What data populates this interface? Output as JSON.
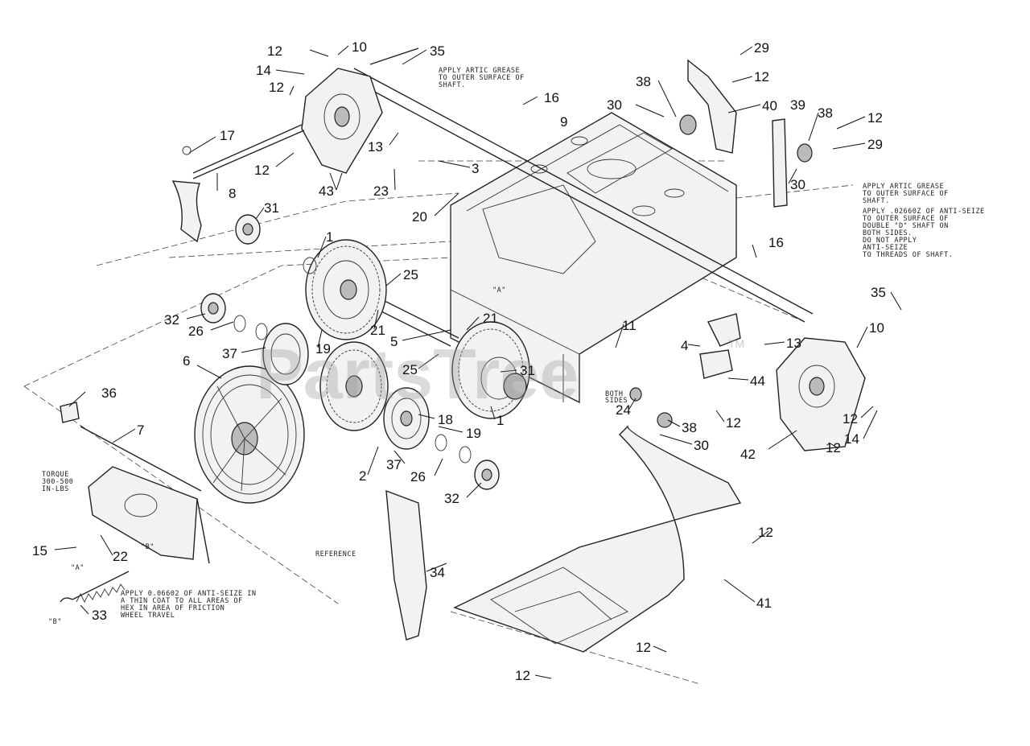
{
  "watermark": {
    "brand": "PartsTree",
    "tm": "TM"
  },
  "notes": {
    "grease_shaft_top": [
      "APPLY ARTIC GREASE",
      "TO OUTER SURFACE OF",
      "SHAFT."
    ],
    "grease_shaft_right": [
      "APPLY ARTIC GREASE",
      "TO OUTER SURFACE OF",
      "SHAFT."
    ],
    "antiseize_right": [
      "APPLY .02660Z OF ANTI-SEIZE",
      "TO OUTER SURFACE OF",
      "DOUBLE \"D\" SHAFT ON",
      "BOTH SIDES.",
      "DO NOT APPLY",
      "ANTI-SEIZE",
      "TO THREADS OF SHAFT."
    ],
    "torque": [
      "TORQUE",
      "300-500",
      "IN-LBS"
    ],
    "antiseize_bottom": [
      "APPLY 0.06602 OF ANTI-SEIZE IN",
      "A THIN COAT TO ALL AREAS OF",
      "HEX IN AREA OF FRICTION",
      "WHEEL TRAVEL"
    ],
    "reference": "REFERENCE",
    "both_sides": [
      "BOTH",
      "SIDES"
    ],
    "tag_a1": "\"A\"",
    "tag_a2": "\"A\"",
    "tag_b1": "\"B\"",
    "tag_b2": "\"B\""
  },
  "callouts": {
    "c12a": "12",
    "c10a": "10",
    "c35a": "35",
    "c14a": "14",
    "c12b": "12",
    "c16a": "16",
    "c17": "17",
    "c13a": "13",
    "c3": "3",
    "c12c": "12",
    "c43": "43",
    "c23": "23",
    "c8": "8",
    "c20": "20",
    "c31a": "31",
    "c1a": "1",
    "c25a": "25",
    "c32a": "32",
    "c26a": "26",
    "c21a": "21",
    "c21b": "21",
    "c19a": "19",
    "c5": "5",
    "c37a": "37",
    "c6": "6",
    "c25b": "25",
    "c31b": "31",
    "c36": "36",
    "c18": "18",
    "c1b": "1",
    "c19b": "19",
    "c7": "7",
    "c37b": "37",
    "c2": "2",
    "c26b": "26",
    "c32b": "32",
    "c15": "15",
    "c22": "22",
    "c33": "33",
    "c34": "34",
    "c29a": "29",
    "c12d": "12",
    "c38a": "38",
    "c40": "40",
    "c30a": "30",
    "c9": "9",
    "c39": "39",
    "c38b": "38",
    "c12e": "12",
    "c29b": "29",
    "c30b": "30",
    "c16b": "16",
    "c35b": "35",
    "c10b": "10",
    "c11": "11",
    "c13b": "13",
    "c4": "4",
    "c44": "44",
    "c24": "24",
    "c12f": "12",
    "c38c": "38",
    "c30c": "30",
    "c12g": "12",
    "c14b": "14",
    "c12h": "12",
    "c42": "42",
    "c12i": "12",
    "c41": "41",
    "c12j": "12",
    "c12k": "12"
  }
}
